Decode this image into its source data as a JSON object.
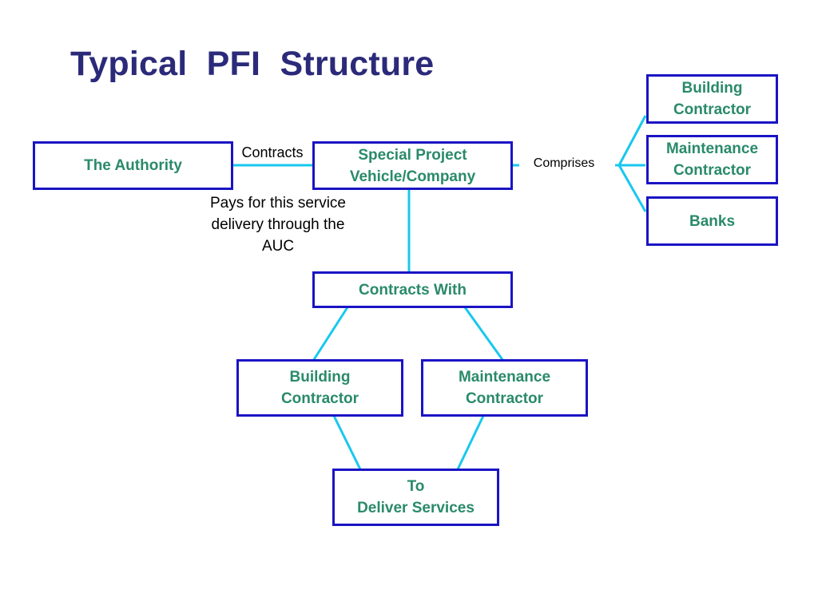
{
  "title": "Typical  PFI  Structure",
  "nodes": {
    "authority": "The Authority",
    "spv": "Special Project\nVehicle/Company",
    "contracts_with": "Contracts With",
    "building_contractor": "Building\nContractor",
    "maintenance_contractor": "Maintenance\nContractor",
    "deliver_services": "To\nDeliver Services",
    "comprises_building": "Building\nContractor",
    "comprises_maintenance": "Maintenance\nContractor",
    "comprises_banks": "Banks"
  },
  "labels": {
    "contracts": "Contracts",
    "pays": "Pays for this service\ndelivery through the\nAUC",
    "comprises": "Comprises"
  },
  "colors": {
    "title": "#2b2a7a",
    "box_border": "#1a14c4",
    "box_text": "#2a8a6a",
    "connector": "#18c8ee"
  }
}
